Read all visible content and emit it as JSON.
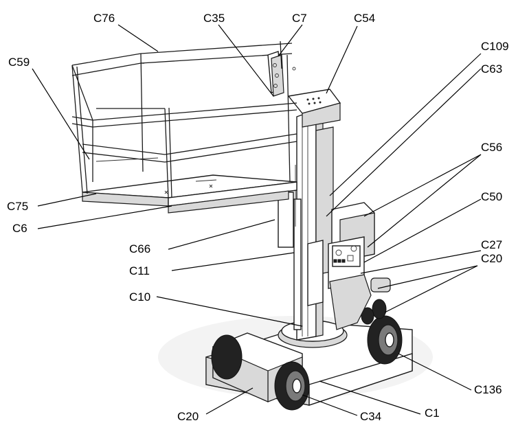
{
  "diagram": {
    "callouts": {
      "C76": "C76",
      "C35": "C35",
      "C7": "C7",
      "C54": "C54",
      "C59": "C59",
      "C109": "C109",
      "C63": "C63",
      "C56": "C56",
      "C50": "C50",
      "C27": "C27",
      "C20_right": "C20",
      "C75": "C75",
      "C6": "C6",
      "C66": "C66",
      "C11": "C11",
      "C10": "C10",
      "C136": "C136",
      "C1": "C1",
      "C20_bottom": "C20",
      "C34": "C34"
    }
  }
}
